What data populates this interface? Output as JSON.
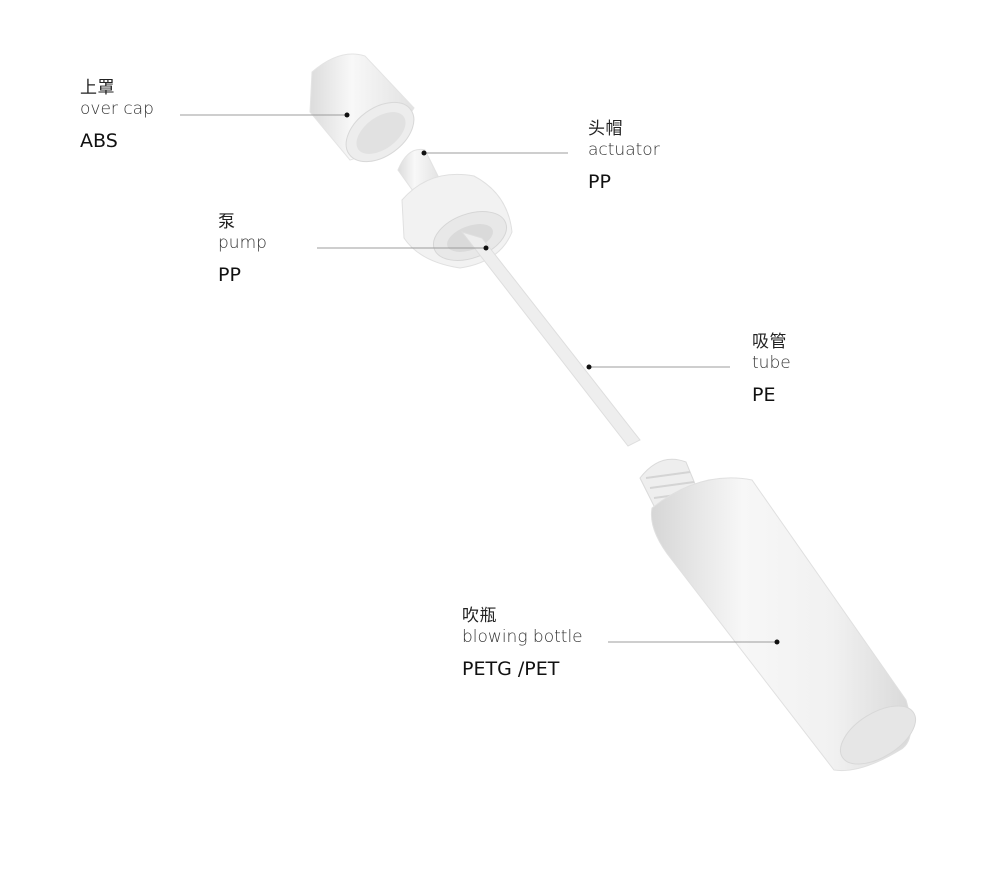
{
  "parts": [
    {
      "id": "over-cap",
      "cn": "上罩",
      "en": "over cap",
      "material": "ABS"
    },
    {
      "id": "actuator",
      "cn": "头帽",
      "en": "actuator",
      "material": "PP"
    },
    {
      "id": "pump",
      "cn": "泵",
      "en": "pump",
      "material": "PP"
    },
    {
      "id": "tube",
      "cn": "吸管",
      "en": "tube",
      "material": "PE"
    },
    {
      "id": "bottle",
      "cn": "吹瓶",
      "en": "blowing bottle",
      "material": "PETG /PET"
    }
  ]
}
